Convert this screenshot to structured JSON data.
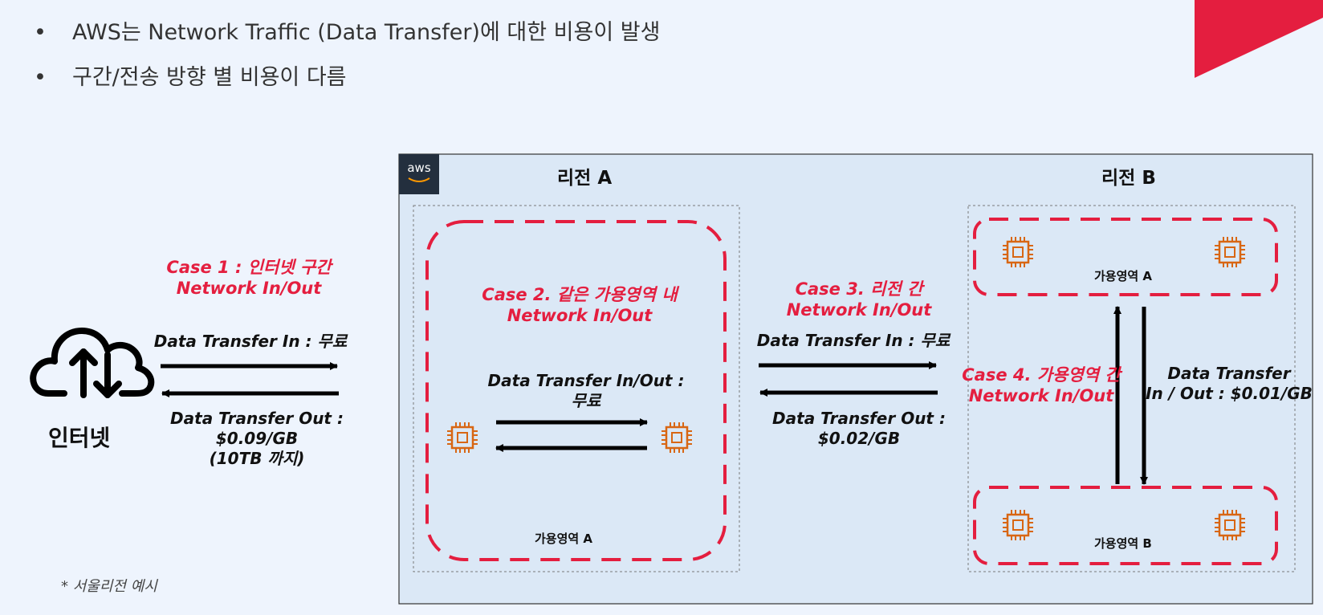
{
  "bullets": [
    "AWS는 Network Traffic (Data Transfer)에 대한 비용이 발생",
    "구간/전송 방향 별 비용이 다름"
  ],
  "aws_logo_text": "aws",
  "region_a": "리전 A",
  "region_b": "리전 B",
  "internet_label": "인터넷",
  "case1": {
    "title": "Case 1 : 인터넷 구간",
    "subtitle": "Network In/Out"
  },
  "case1_in": "Data Transfer In : 무료",
  "case1_out": [
    "Data Transfer Out :",
    "$0.09/GB",
    "(10TB 까지)"
  ],
  "case2": {
    "title": "Case 2. 같은 가용영역 내",
    "subtitle": "Network In/Out"
  },
  "case2_cost": [
    "Data Transfer In/Out :",
    "무료"
  ],
  "case3": {
    "title": "Case 3. 리전 간",
    "subtitle": "Network In/Out"
  },
  "case3_in": "Data Transfer In : 무료",
  "case3_out": [
    "Data Transfer Out :",
    "$0.02/GB"
  ],
  "case4": {
    "title": "Case 4. 가용영역 간",
    "subtitle": "Network In/Out"
  },
  "case4_cost": [
    "Data Transfer",
    "In / Out : $0.01/GB"
  ],
  "az_region_a": "가용영역 A",
  "az_region_b_a": "가용영역 A",
  "az_region_b_b": "가용영역 B",
  "footnote": "* 서울리전 예시",
  "colors": {
    "accent_red": "#e41e3f",
    "chip_orange": "#d86613",
    "panel_bg": "#dbe8f6",
    "page_bg": "#eef4fd"
  },
  "icons": [
    "cloud-upload-download-icon",
    "ec2-chip-icon",
    "aws-logo"
  ]
}
